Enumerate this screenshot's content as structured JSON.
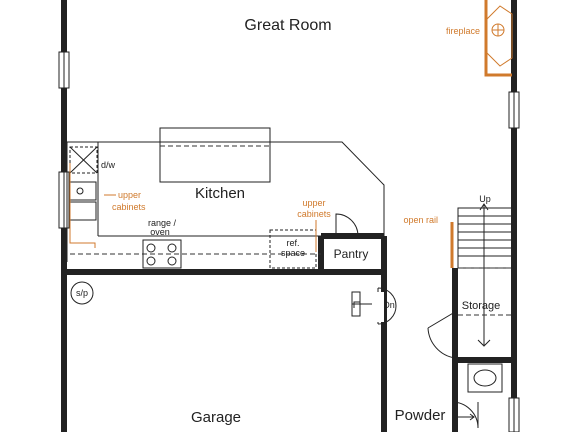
{
  "rooms": {
    "great_room": "Great Room",
    "kitchen": "Kitchen",
    "pantry": "Pantry",
    "storage": "Storage",
    "garage": "Garage",
    "powder": "Powder"
  },
  "labels": {
    "dw": "d/w",
    "range_line1": "range /",
    "range_line2": "oven",
    "ref_line1": "ref.",
    "ref_line2": "space",
    "sp": "s/p",
    "up": "Up",
    "dn": "Dn"
  },
  "notes": {
    "fireplace": "fireplace",
    "upper_cabinets_left_1": "upper",
    "upper_cabinets_left_2": "cabinets",
    "upper_cabinets_right_1": "upper",
    "upper_cabinets_right_2": "cabinets",
    "open_rail": "open rail"
  },
  "colors": {
    "annotation": "#d07a2c",
    "wall": "#222222"
  }
}
